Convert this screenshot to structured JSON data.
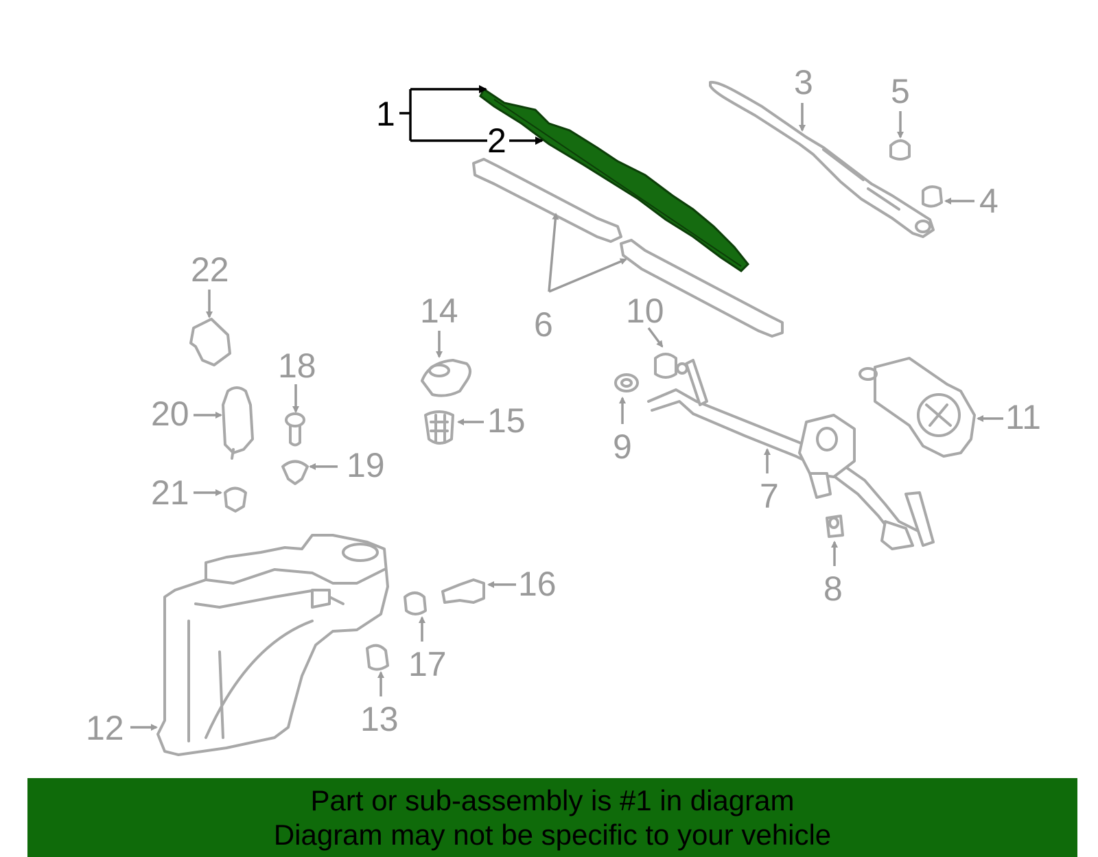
{
  "callouts": {
    "c1": "1",
    "c2": "2",
    "c3": "3",
    "c4": "4",
    "c5": "5",
    "c6": "6",
    "c7": "7",
    "c8": "8",
    "c9": "9",
    "c10": "10",
    "c11": "11",
    "c12": "12",
    "c13": "13",
    "c14": "14",
    "c15": "15",
    "c16": "16",
    "c17": "17",
    "c18": "18",
    "c19": "19",
    "c20": "20",
    "c21": "21",
    "c22": "22"
  },
  "highlight_color": "#0f6b0a",
  "banner": {
    "line1": "Part or sub-assembly is #1 in diagram",
    "line2": "Diagram may not be specific to your vehicle"
  }
}
